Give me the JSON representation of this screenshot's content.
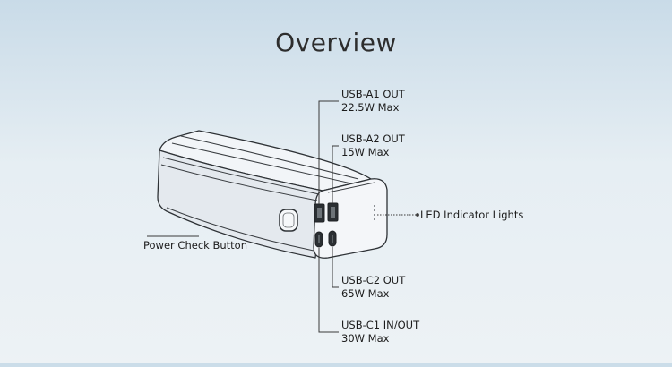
{
  "title": "Overview",
  "labels": {
    "usb_a1": {
      "name": "USB-A1 OUT",
      "power": "22.5W Max"
    },
    "usb_a2": {
      "name": "USB-A2 OUT",
      "power": "15W Max"
    },
    "led": {
      "name": "LED Indicator Lights"
    },
    "power_button": {
      "name": "Power Check Button"
    },
    "usb_c2": {
      "name": "USB-C2 OUT",
      "power": "65W Max"
    },
    "usb_c1": {
      "name": "USB-C1 IN/OUT",
      "power": "30W Max"
    }
  },
  "colors": {
    "background_top": "#c9dbe8",
    "background_bottom": "#edf2f5",
    "device_body": "#e9edf1",
    "device_outline": "#2e3236",
    "text": "#1c1c1c"
  }
}
